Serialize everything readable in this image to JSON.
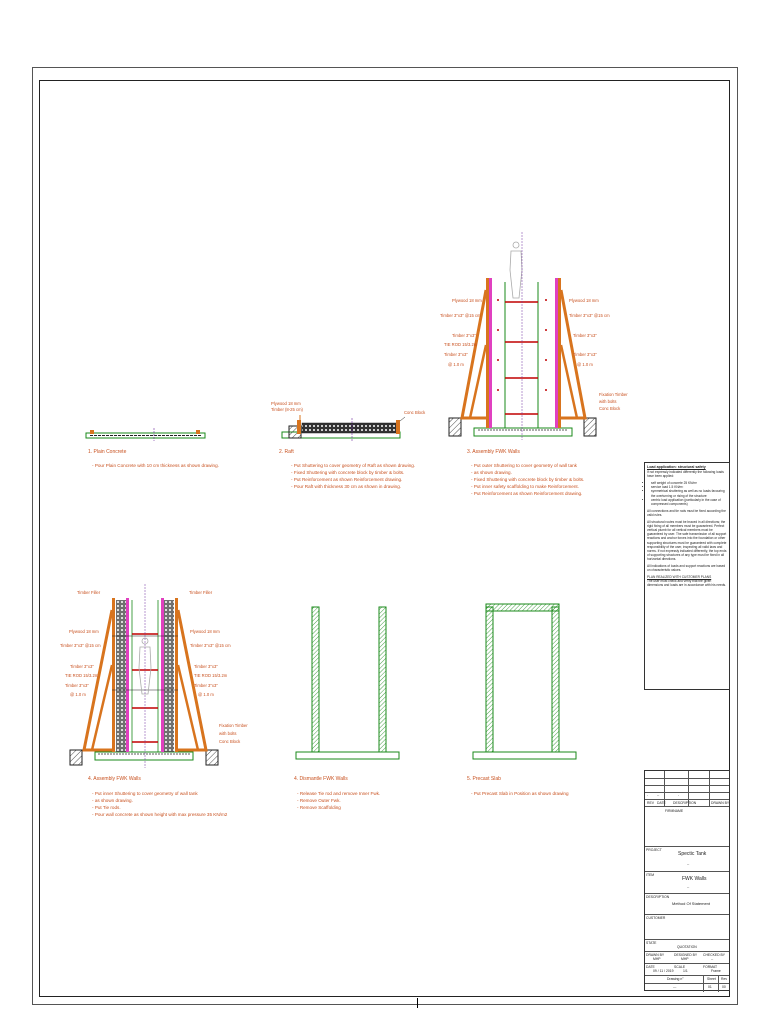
{
  "steps": [
    {
      "title": "1. Plain Concrete",
      "items": [
        "Pour Plain Concrete with 10 cm thickness as shown drawing."
      ]
    },
    {
      "title": "2. Raft",
      "items": [
        "Put Shuttering to cover geometry of Raft as shown drawing.",
        "Fixed Shuttering with concrete block by timber & bolts.",
        "Put Reinforcement as shown Reinforcement drawing.",
        "Pour Raft with thickness 30 cm as shown in drawing."
      ]
    },
    {
      "title": "3. Assembly FWK Walls",
      "items": [
        "Put outer Shuttering to cover geometry of wall tank",
        "as shown drawing.",
        "Fixed Shuttering with concrete block by timber & bolts.",
        "Put inner safety scaffolding to make Reinforcement.",
        "Put Reinforcement as shown Reinforcement drawing."
      ]
    },
    {
      "title": "4. Assembly FWK Walls",
      "items": [
        "Put inner Shuttering to cover geometry of wall tank",
        "as shown drawing.",
        "Put Tie rods.",
        "Pour wall concrete as shown height with max pressure 35 KN/m2"
      ]
    },
    {
      "title": "4. Dismantle FWK Walls",
      "items": [
        "Release Tie rod and remove Inner Fwk.",
        "Remove Outer Fwk.",
        "Remove Scaffolding"
      ]
    },
    {
      "title": "5. Precast Slab",
      "items": [
        "Put Precast Slab in Position as shown drawing"
      ]
    }
  ],
  "labels": {
    "raft_plywood": "Plywood 18 mm",
    "raft_timber": "Timber (8-25 cm)",
    "raft_block": "Conc Block",
    "s3_plywood_l": "Plywood 18 mm",
    "s3_timber_l": "Timber 3\"x3\" @15 cm",
    "s3_t1": "Timber 3\"x3\"",
    "s3_tie": "TIE ROD 15/3.2m",
    "s3_t2": "Timber 3\"x3\"",
    "s3_at": "@    1.0 m",
    "s3_plywood_r": "Plywood 18 mm",
    "s3_timber_r": "Timber 3\"x3\" @15 cm",
    "s3_t3": "Timber 3\"x3\"",
    "s3_t4": "Timber 3\"x3\"",
    "s3_at_r": "@    1.0 m",
    "s3_fix": "Fixation Timber",
    "s3_bolts": "with bolts",
    "s3_block": "Conc Block",
    "s4_filler_l": "Timber Filler",
    "s4_filler_r": "Timber Filler",
    "s4_plywood_l": "Plywood 18 mm",
    "s4_timber_l": "Timber 3\"x3\" @15 cm",
    "s4_t1": "Timber 3\"x3\"",
    "s4_tie": "TIE ROD 15/3.2m",
    "s4_t2": "Timber 3\"x3\"",
    "s4_at": "@    1.0 m",
    "s4_plywood_r": "Plywood 18 mm",
    "s4_timber_r": "Timber 3\"x3\" @15 cm",
    "s4_t3": "Timber 3\"x3\"",
    "s4_tie_r": "TIE ROD 15/3.2m",
    "s4_t4": "Timber 3\"x3\"",
    "s4_at_r": "@    1.0 m",
    "s4_fix": "Fixation Timber",
    "s4_bolts": "with bolts",
    "s4_block": "Conc Block"
  },
  "notes": {
    "heading": "Load application: structural safety",
    "intro": "If not expressly indicated differently the following loads have been applied:",
    "loads": [
      "self weight of concrete          25     KN/m³",
      "service load                     1.5    KN/m²",
      "symmetrical shuttering as well as no loads favouring the overturning or rising of the structure",
      "centric load application (particularly in the case of compressed components)"
    ],
    "para1": "All connections and tie rods must be fixed according the valid rules.",
    "para2": "All structural routes must be braced in all directions; the rigid fixing of all members must be guaranteed. Perfect vertical plumb for all vertical members must be guaranteed by user. The safe transmission of all support reactions and anchor forces into the foundation or other supporting structures must be guaranteed with complete responsibility of the user, inspecting all valid laws and norms. If not expressly indicated differently, the top ends of supporting structures of any type must be fixed in all horizontal directions.",
    "para3": "All indications of loads and support reactions are based on characteristic values.",
    "plan_heading": "PLAN REALIZED WITH CUSTOMER PLANS",
    "plan_text": "The user must check and verify that the given dimensions and loads are in accordance with his needs."
  },
  "title_block": {
    "rev_headers": [
      "REV",
      "DATE",
      "DESCRIPTION",
      "DRAWN BY"
    ],
    "rev_marks": [
      "-",
      "--",
      "-"
    ],
    "firm": "FIRMNAME",
    "project_label": "PROJECT",
    "project": "Spectic Tank",
    "project_sub": "--",
    "item_label": "ITEM",
    "item": "FWK Walls",
    "item_sub": "--",
    "description_label": "DESCRIPTION",
    "description": "Method Of Statement",
    "customer_label": "CUSTOMER",
    "status_label": "STATE",
    "status": "QUOTATION",
    "drawn_label": "DRAWN BY",
    "drawn": "MHP",
    "designed_label": "DESIGNED BY",
    "designed": "MHP",
    "checked_label": "CHECKED BY",
    "checked": "--",
    "date_label": "DATE",
    "date": "09 / 11 / 2019",
    "scale_label": "SCALE",
    "scale": "1/1",
    "format_label": "FORMAT",
    "format": "Frame",
    "drawing_label": "Drawing n°",
    "drawing": "---",
    "sheet_label": "Sheet",
    "sheet": "01",
    "rev_label": "Rev",
    "rev": "00"
  }
}
